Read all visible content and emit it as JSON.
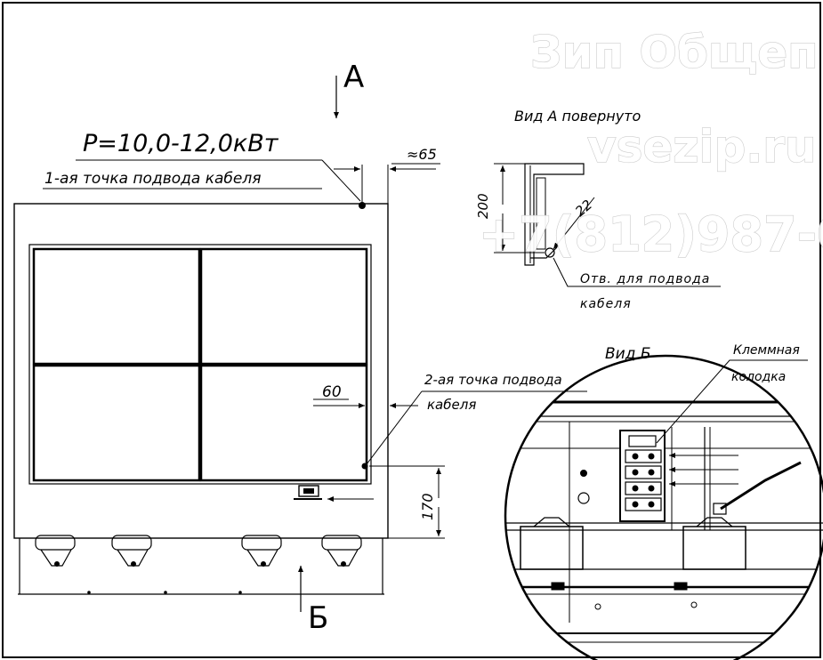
{
  "drawing": {
    "power": "P=10,0-12,0кВт",
    "point1": "1-ая точка подвода кабеля",
    "point2_line1": "2-ая точка подвода",
    "point2_line2": "кабеля",
    "view_a_arrow": "A",
    "view_b_arrow": "Б",
    "view_a_title": "Вид А повернуто",
    "view_b_title": "Вид Б",
    "hole_label_line1": "Отв. для подвода",
    "hole_label_line2": "кабеля",
    "terminal_line1": "Клеммная",
    "terminal_line2": "колодка",
    "dims": {
      "d65": "≈65",
      "d60": "60",
      "d170": "170",
      "d200": "200",
      "d22": "22"
    }
  },
  "watermark": {
    "line1": "Зип Общеп",
    "line2": "vsezip.ru",
    "line3": "+7(812)987-0"
  }
}
